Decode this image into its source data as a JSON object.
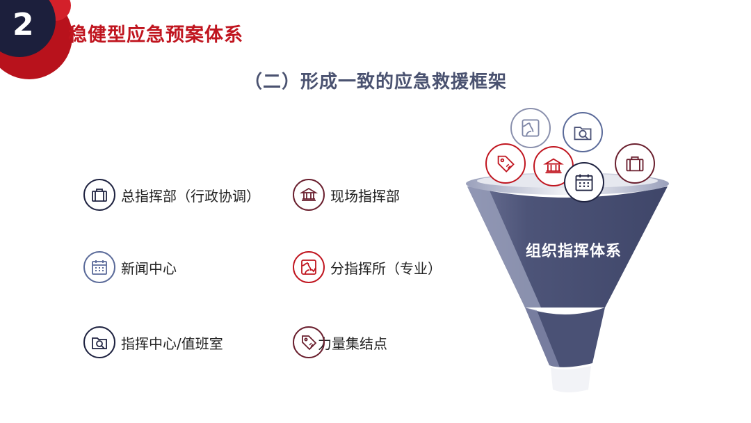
{
  "header": {
    "section_number": "2",
    "section_title": "稳健型应急预案体系"
  },
  "subtitle": "（二）形成一致的应急救援框架",
  "items": [
    {
      "label": "总指挥部（行政协调）",
      "icon": "briefcase-icon"
    },
    {
      "label": "现场指挥部",
      "icon": "bank-icon"
    },
    {
      "label": "新闻中心",
      "icon": "calendar-icon"
    },
    {
      "label": "分指挥所（专业）",
      "icon": "map-icon"
    },
    {
      "label": "指挥中心/值班室",
      "icon": "folder-search-icon"
    },
    {
      "label": "力量集结点",
      "icon": "tag-icon"
    }
  ],
  "funnel": {
    "label": "组织指挥体系",
    "icons": [
      "map-icon",
      "folder-search-icon",
      "tag-icon",
      "bank-icon",
      "calendar-icon",
      "briefcase-icon"
    ]
  },
  "colors": {
    "accent_red": "#c0151f",
    "navy": "#1e2240",
    "slate": "#5a6a99",
    "maroon": "#6a1f2e",
    "funnel_body": "#4d5478"
  }
}
